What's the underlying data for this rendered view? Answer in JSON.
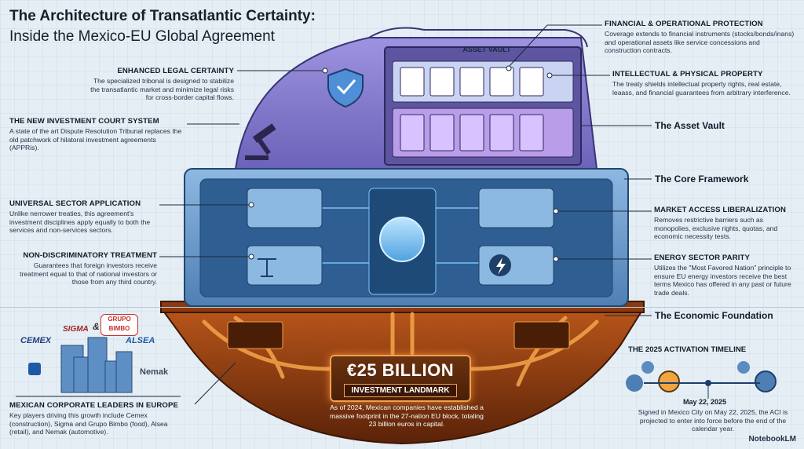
{
  "title": {
    "line1": "The Architecture of Transatlantic Certainty:",
    "line2": "Inside the Mexico-EU Global Agreement"
  },
  "left": {
    "legal_certainty": {
      "heading": "ENHANCED LEGAL CERTAINTY",
      "text": "The specialized tribonal is designed to stabilize the transatlantic market and minimize legal risks for cross-border capital flows."
    },
    "investment_court": {
      "heading": "THE NEW INVESTMENT COURT SYSTEM",
      "text": "A state of the art Dispute Resolution Tribunal replaces the old patchwork of hilatoral investment agreements (APPRis)."
    },
    "universal_sector": {
      "heading": "UNIVERSAL SECTOR APPLICATION",
      "text": "Unlike nerrower treaties, this agreement's investment disciplines apply equally to both the services and non-services sectors."
    },
    "non_discrimination": {
      "heading": "NON-DISCRIMINATORY TREATMENT",
      "text": "Guarantees that foreign investors receive treatment equal to that of national investors or those from any third country."
    },
    "corporate_leaders": {
      "heading": "MEXICAN CORPORATE LEADERS IN EUROPE",
      "text": "Key players driving this growth include Cemex (construction), Sigma and Grupo Bimbo (food), Alsea (retail), and Nemak (automotive)."
    }
  },
  "right": {
    "financial": {
      "heading": "FINANCIAL & OPERATIONAL PROTECTION",
      "text": "Coverage extends to financial instruments (stocks/bonds/inans) and operational assets like service concessions and construction contracts."
    },
    "intellectual": {
      "heading": "INTELLECTUAL & PHYSICAL PROPERTY",
      "text": "The treaty shields intellectual property rights, real estate, leaass, and financial guarantees from arbitrary interference."
    },
    "market_access": {
      "heading": "MARKET ACCESS LIBERALIZATION",
      "text": "Removes restrictive barriers such as monopolies, exclusive rights, quotas, and economic necessity tests."
    },
    "energy": {
      "heading": "ENERGY SECTOR PARITY",
      "text": "Utilizes the \"Most Favored Nation\" principle to ensure EU energy investors receive the best terms Mexico has offered in any past or future trade deals."
    }
  },
  "callouts": {
    "asset_vault": "The Asset Vault",
    "core_framework": "The Core Framework",
    "economic_foundation": "The Economic Foundation"
  },
  "vault_label": "ASSET VAULT",
  "landmark": {
    "amount": "€25 BILLION",
    "subtitle": "INVESTMENT LANDMARK",
    "note": "As of 2024, Mexican companies have established a massive footprint in the 27-nation EU block, totaling 23 billion euros in capital."
  },
  "timeline": {
    "title": "THE 2025 ACTIVATION TIMELINE",
    "date": "May 22, 2025",
    "text": "Signed in Mexico City on May 22, 2025, the ACI is projected to enter into force before the end of the calendar year."
  },
  "logos": {
    "sigma": "SIGMA",
    "amp": "&",
    "bimbo_1": "GRUPO",
    "bimbo_2": "BIMBO",
    "cemex": "CEMEX",
    "alsea": "ALSEA",
    "nemak": "Nemak"
  },
  "brand": "NotebookLM",
  "colors": {
    "vault_purple": "#8a7fd4",
    "frame_blue": "#6e9fd0",
    "foundation_orange": "#c8651c",
    "glow": "#f2a14a"
  }
}
